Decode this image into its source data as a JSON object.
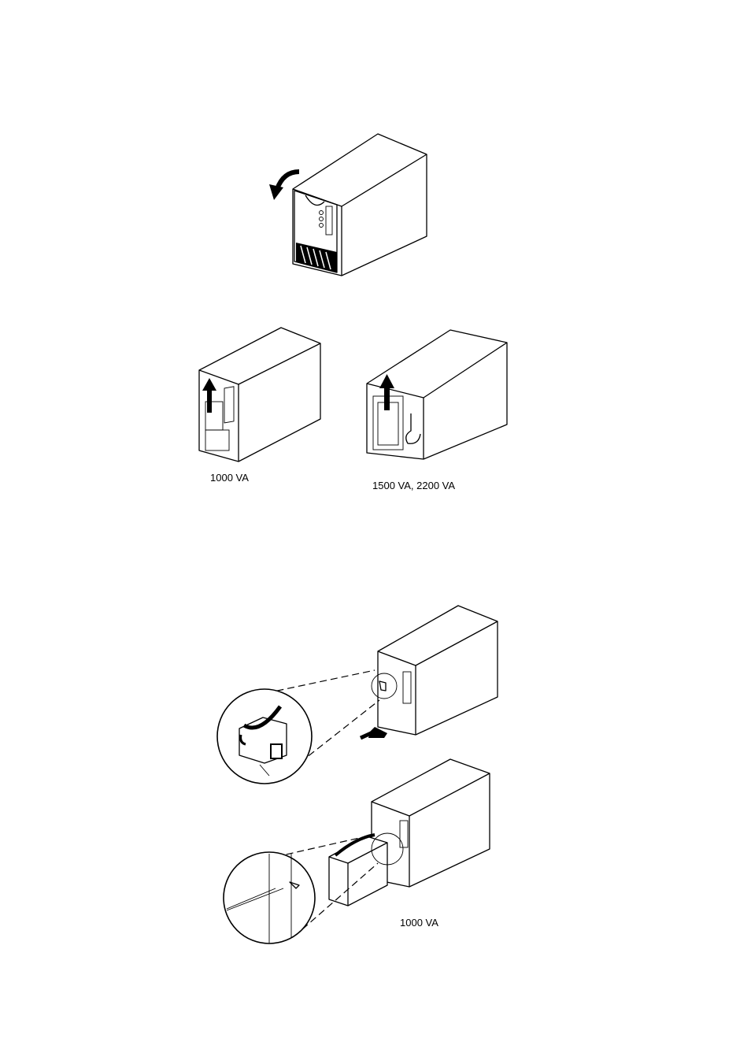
{
  "captions": {
    "unit_small_1": "1000 VA",
    "unit_large": "1500 VA, 2200 VA",
    "unit_small_2": "1000 VA"
  },
  "figures": {
    "front_cover_removal": "front-cover-removal-figure",
    "back_panel_views": "back-panel-figure",
    "battery_disconnect": "battery-disconnect-figure",
    "battery_removal": "battery-removal-figure"
  }
}
